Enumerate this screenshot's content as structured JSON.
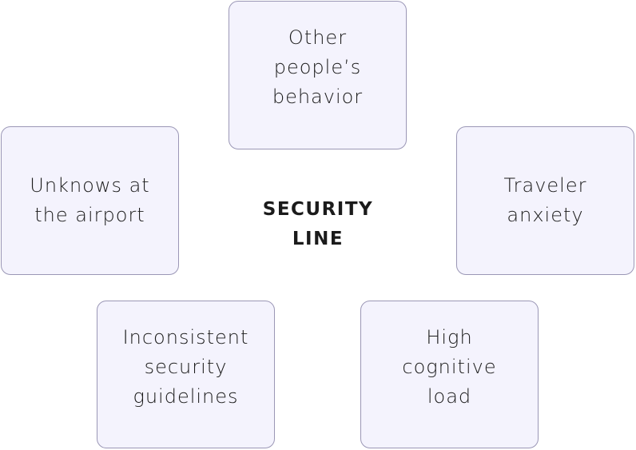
{
  "diagram": {
    "center": "SECURITY\nLINE",
    "nodes": [
      {
        "id": "top",
        "label": "Other\npeople’s\nbehavior"
      },
      {
        "id": "left",
        "label": "Unknows at\nthe airport"
      },
      {
        "id": "right",
        "label": "Traveler\nanxiety"
      },
      {
        "id": "bottom_left",
        "label": "Inconsistent\nsecurity\nguidelines"
      },
      {
        "id": "bottom_right",
        "label": "High\ncognitive\nload"
      }
    ]
  }
}
